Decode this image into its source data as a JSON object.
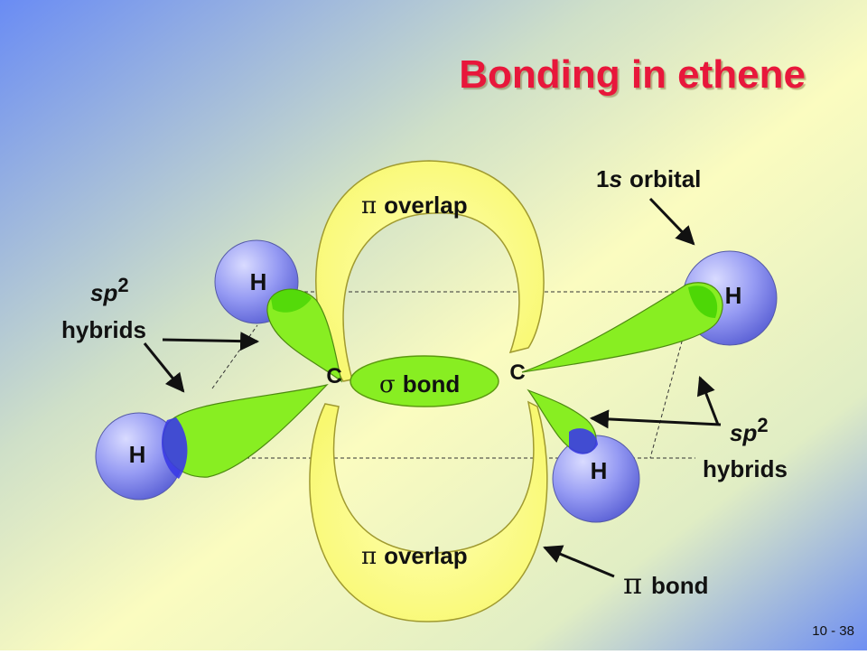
{
  "title": "Bonding in ethene",
  "page_number": "10 - 38",
  "labels": {
    "pi_overlap_top": "overlap",
    "pi_overlap_bottom": "overlap",
    "sigma_bond": "bond",
    "pi_bond": "bond",
    "orbital_1s_prefix": "1",
    "orbital_1s_s": "s",
    "orbital_1s_suffix": "orbital",
    "sp2_left_sp": "sp",
    "sp2_left_sup": "2",
    "sp2_left_hybrids": "hybrids",
    "sp2_right_sp": "sp",
    "sp2_right_sup": "2",
    "sp2_right_hybrids": "hybrids",
    "pi_symbol": "π",
    "sigma_symbol": "σ"
  },
  "atoms": {
    "carbon_left": "C",
    "carbon_right": "C",
    "h_top_left": "H",
    "h_top_right": "H",
    "h_bottom_left": "H",
    "h_bottom_right": "H"
  },
  "colors": {
    "title": "#e8173b",
    "orbital_yellow": "#ffff88",
    "orbital_green": "#88ee22",
    "hydrogen_blue": "#8f95f2",
    "overlap_blue": "#3a3ae6"
  }
}
